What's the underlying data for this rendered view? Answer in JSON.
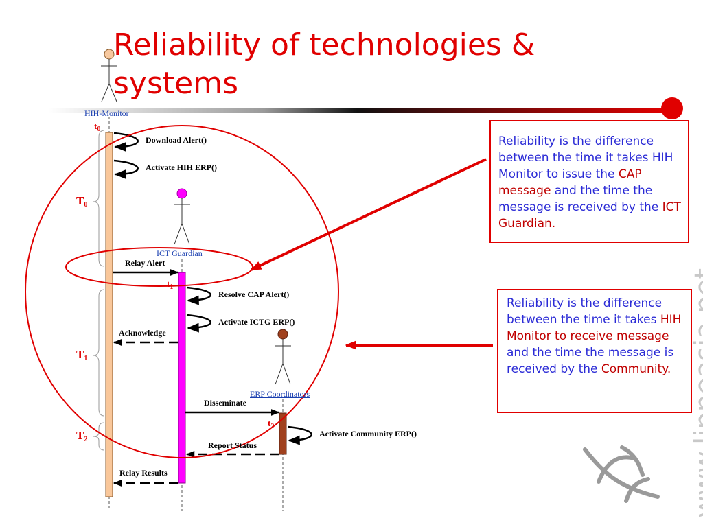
{
  "slide": {
    "title": "Reliability of technologies & systems",
    "accent_color": "#e00000",
    "watermark": "www.linneasia.net"
  },
  "actors": {
    "hih_monitor": {
      "name": "HIH-Monitor",
      "head_color": "#f7c9a0",
      "bar_color": "#f9c79a"
    },
    "ict_guardian": {
      "name": "ICT Guardian",
      "head_color": "#ff00ff",
      "bar_color": "#ff00ff"
    },
    "erp_coordinators": {
      "name": "ERP Coordinators",
      "head_color": "#a0411e",
      "bar_color": "#a0411e"
    }
  },
  "messages": {
    "download_alert": "Download Alert()",
    "activate_hih_erp": "Activate HIH ERP()",
    "relay_alert": "Relay Alert",
    "resolve_cap_alert": "Resolve CAP Alert()",
    "activate_ictg_erp": "Activate ICTG ERP()",
    "acknowledge": "Acknowledge",
    "disseminate": "Disseminate",
    "activate_community_erp": "Activate Community ERP()",
    "report_status": "Report Status",
    "relay_results": "Relay Results"
  },
  "time_marks": {
    "t0_letter": "t",
    "t0_sub": "0",
    "t1_letter": "t",
    "t1_sub": "1",
    "t2_letter": "t",
    "t2_sub": "2",
    "T0_letter": "T",
    "T0_sub": "0",
    "T1_letter": "T",
    "T1_sub": "1",
    "T2_letter": "T",
    "T2_sub": "2"
  },
  "notes": {
    "note1": {
      "part1": "Reliability is the difference between the time it takes HIH Monitor to issue the ",
      "highlight1": "CAP message",
      "part2": " and the time the message is received by the ",
      "highlight2": "ICT Guardian",
      "end": "."
    },
    "note2": {
      "part1": "Reliability is the difference between the time it takes ",
      "highlight1": "HIH Monitor to receive message",
      "part2": " and the time the message is received by the ",
      "highlight2": "Community",
      "end": "."
    }
  }
}
